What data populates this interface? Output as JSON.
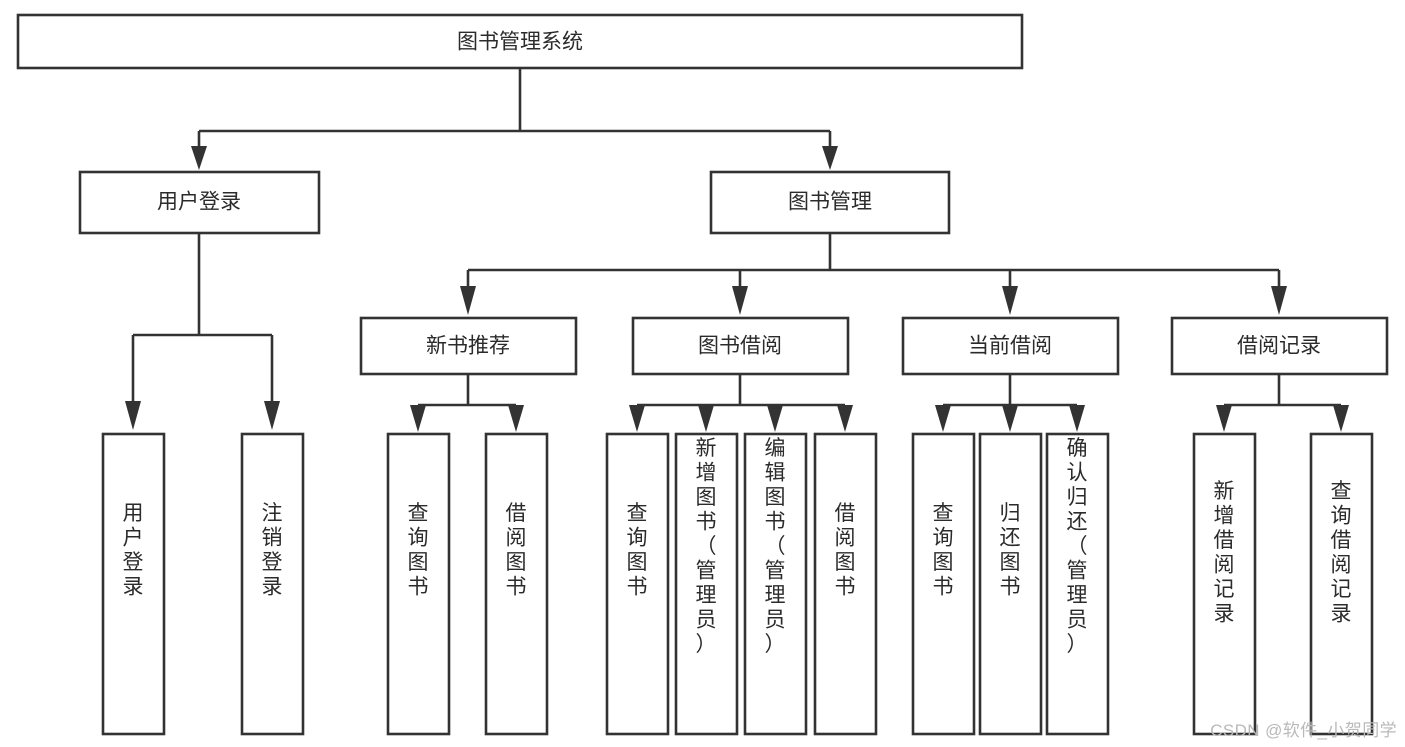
{
  "diagram": {
    "title": "图书管理系统",
    "type": "tree-hierarchy",
    "watermark": "CSDN @软件_小贺同学",
    "levels": {
      "root": {
        "label": "图书管理系统"
      },
      "level2": [
        {
          "label": "用户登录"
        },
        {
          "label": "图书管理"
        }
      ],
      "level3": [
        {
          "label": "新书推荐"
        },
        {
          "label": "图书借阅"
        },
        {
          "label": "当前借阅"
        },
        {
          "label": "借阅记录"
        }
      ],
      "leaves": {
        "user_login": [
          {
            "label": "用户登录"
          },
          {
            "label": "注销登录"
          }
        ],
        "new_book_recommend": [
          {
            "label": "查询图书"
          },
          {
            "label": "借阅图书"
          }
        ],
        "book_borrow": [
          {
            "label": "查询图书"
          },
          {
            "label": "新增图书（管理员）"
          },
          {
            "label": "编辑图书（管理员）"
          },
          {
            "label": "借阅图书"
          }
        ],
        "current_borrow": [
          {
            "label": "查询图书"
          },
          {
            "label": "归还图书"
          },
          {
            "label": "确认归还（管理员）"
          }
        ],
        "borrow_record": [
          {
            "label": "新增借阅记录"
          },
          {
            "label": "查询借阅记录"
          }
        ]
      }
    },
    "colors": {
      "background": "#ffffff",
      "box_fill": "#ffffff",
      "box_stroke": "#333333",
      "text": "#2b2b2b",
      "watermark": "#b9b9b9"
    }
  }
}
